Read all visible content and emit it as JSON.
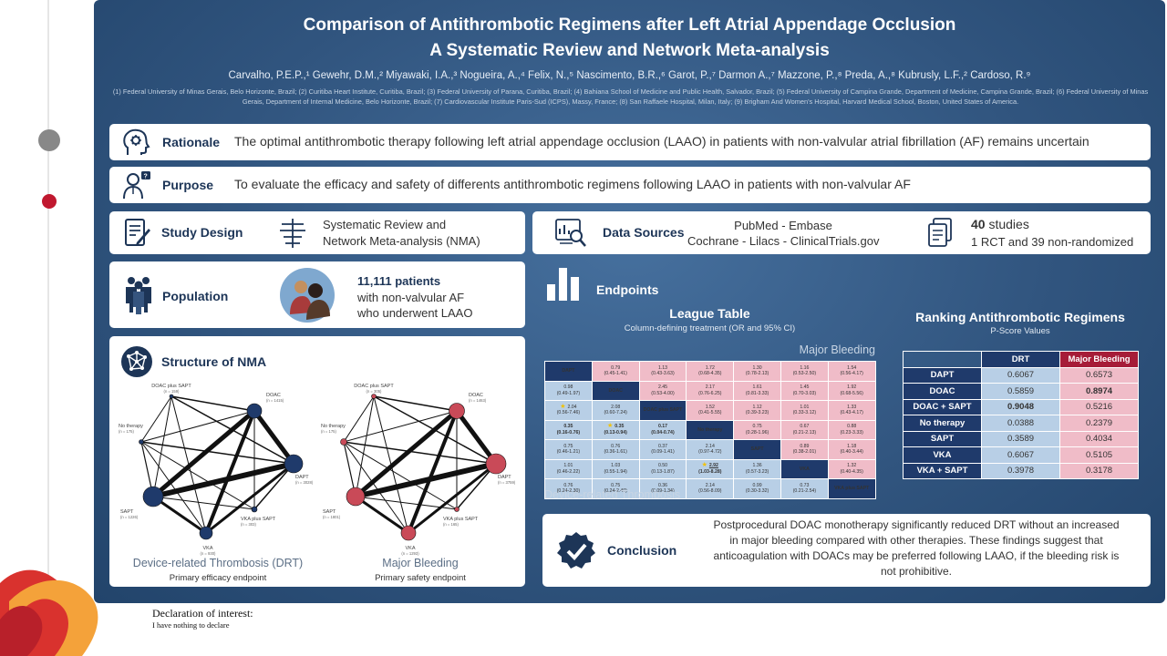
{
  "poster": {
    "title_line1": "Comparison of Antithrombotic Regimens after Left Atrial Appendage Occlusion",
    "title_line2": "A Systematic Review and Network Meta-analysis",
    "authors": "Carvalho, P.E.P.,¹ Gewehr, D.M.,² Miyawaki, I.A.,³ Nogueira, A.,⁴ Felix, N.,⁵ Nascimento, B.R.,⁶ Garot, P.,⁷ Darmon A.,⁷ Mazzone, P.,⁸ Preda, A.,⁸ Kubrusly, L.F.,² Cardoso, R.⁹",
    "affiliations": "(1) Federal University of Minas Gerais, Belo Horizonte, Brazil; (2) Curitiba Heart Institute, Curitiba, Brazil; (3) Federal University of Parana, Curitiba, Brazil; (4) Bahiana School of Medicine and Public Health, Salvador, Brazil; (5) Federal University of Campina Grande, Department of Medicine, Campina Grande, Brazil; (6) Federal University of Minas Gerais, Department of Internal Medicine, Belo Horizonte, Brazil; (7) Cardiovascular Institute Paris-Sud (ICPS), Massy, France; (8) San Raffaele Hospital, Milan, Italy; (9) Brigham And Women's Hospital, Harvard Medical School, Boston, United States of America."
  },
  "rationale": {
    "label": "Rationale",
    "text": "The optimal antithrombotic therapy following left atrial appendage occlusion (LAAO) in patients with non-valvular atrial fibrillation (AF) remains uncertain"
  },
  "purpose": {
    "label": "Purpose",
    "text": "To evaluate the efficacy and safety of differents antithrombotic regimens following LAAO in patients with non-valvular AF"
  },
  "study_design": {
    "label": "Study Design",
    "line1": "Systematic Review and",
    "line2": "Network Meta-analysis (NMA)"
  },
  "data_sources": {
    "label": "Data Sources",
    "line1": "PubMed - Embase",
    "line2": "Cochrane - Lilacs - ClinicalTrials.gov",
    "studies_count": "40",
    "studies_word": "studies",
    "studies_detail": "1 RCT and 39 non-randomized"
  },
  "population": {
    "label": "Population",
    "count": "11,111 patients",
    "line2": "with non-valvular AF",
    "line3": "who underwent LAAO"
  },
  "structure": {
    "label": "Structure of NMA",
    "drt_caption": "Device-related Thrombosis (DRT)",
    "drt_sub": "Primary efficacy endpoint",
    "mb_caption": "Major Bleeding",
    "mb_sub": "Primary safety endpoint",
    "drt_nodes": [
      {
        "name": "DOAC plus SAPT",
        "n": "(n = 159)"
      },
      {
        "name": "DOAC",
        "n": "(n = 1415)"
      },
      {
        "name": "No therapy",
        "n": "(n = 175)"
      },
      {
        "name": "DAPT",
        "n": "(n = 3028)"
      },
      {
        "name": "SAPT",
        "n": "(n = 1226)"
      },
      {
        "name": "VKA plus SAPT",
        "n": "(n = 303)"
      },
      {
        "name": "VKA",
        "n": "(n = 930)"
      }
    ],
    "mb_nodes": [
      {
        "name": "DOAC plus SAPT",
        "n": "(n = 305)"
      },
      {
        "name": "DOAC",
        "n": "(n = 1463)"
      },
      {
        "name": "No therapy",
        "n": "(n = 175)"
      },
      {
        "name": "DAPT",
        "n": "(n = 3759)"
      },
      {
        "name": "SAPT",
        "n": "(n = 1801)"
      },
      {
        "name": "VKA plus SAPT",
        "n": "(n = 165)"
      },
      {
        "name": "VKA",
        "n": "(n = 1293)"
      }
    ]
  },
  "endpoints": {
    "label": "Endpoints",
    "league_title": "League Table",
    "league_sub": "Column-defining treatment (OR and 95% CI)",
    "major_bleeding_label": "Major Bleeding",
    "drt_label": "Device-related Thrombosis"
  },
  "league": {
    "rows": [
      [
        {
          "t": "DAPT",
          "k": "dg"
        },
        {
          "v": "0.79",
          "ci": "(0.45-1.41)",
          "k": "pk"
        },
        {
          "v": "1.13",
          "ci": "(0.43-3.63)",
          "k": "pk"
        },
        {
          "v": "1.72",
          "ci": "(0.68-4.35)",
          "k": "pk"
        },
        {
          "v": "1.30",
          "ci": "(0.78-2.13)",
          "k": "pk"
        },
        {
          "v": "1.16",
          "ci": "(0.53-2.50)",
          "k": "pk"
        },
        {
          "v": "1.54",
          "ci": "(0.56-4.17)",
          "k": "pk"
        }
      ],
      [
        {
          "v": "0.98",
          "ci": "(0.49-1.97)",
          "k": "bl"
        },
        {
          "t": "DOAC",
          "k": "dg"
        },
        {
          "v": "2.45",
          "ci": "(0.53-4.00)",
          "k": "pk"
        },
        {
          "v": "2.17",
          "ci": "(0.76-6.25)",
          "k": "pk"
        },
        {
          "v": "1.61",
          "ci": "(0.81-3.33)",
          "k": "pk"
        },
        {
          "v": "1.45",
          "ci": "(0.70-3.03)",
          "k": "pk"
        },
        {
          "v": "1.92",
          "ci": "(0.68-5.56)",
          "k": "pk"
        }
      ],
      [
        {
          "v": "2.04",
          "ci": "(0.56-7.46)",
          "k": "bl",
          "s": true
        },
        {
          "v": "2.08",
          "ci": "(0.60-7.24)",
          "k": "bl"
        },
        {
          "t": "DOAC plus SAPT",
          "k": "dg"
        },
        {
          "v": "1.52",
          "ci": "(0.41-5.55)",
          "k": "pk"
        },
        {
          "v": "1.12",
          "ci": "(0.39-3.23)",
          "k": "pk"
        },
        {
          "v": "1.01",
          "ci": "(0.33-3.12)",
          "k": "pk"
        },
        {
          "v": "1.33",
          "ci": "(0.43-4.17)",
          "k": "pk"
        }
      ],
      [
        {
          "v": "0.35",
          "ci": "(0.16-0.76)",
          "k": "bl",
          "b": true
        },
        {
          "v": "0.35",
          "ci": "(0.13-0.94)",
          "k": "bl",
          "b": true,
          "s": true
        },
        {
          "v": "0.17",
          "ci": "(0.04-0.74)",
          "k": "bl",
          "b": true
        },
        {
          "t": "No therapy",
          "k": "dg"
        },
        {
          "v": "0.75",
          "ci": "(0.28-1.96)",
          "k": "pk"
        },
        {
          "v": "0.67",
          "ci": "(0.21-2.13)",
          "k": "pk"
        },
        {
          "v": "0.88",
          "ci": "(0.23-3.33)",
          "k": "pk"
        }
      ],
      [
        {
          "v": "0.75",
          "ci": "(0.46-1.21)",
          "k": "bl"
        },
        {
          "v": "0.76",
          "ci": "(0.36-1.61)",
          "k": "bl"
        },
        {
          "v": "0.37",
          "ci": "(0.09-1.41)",
          "k": "bl"
        },
        {
          "v": "2.14",
          "ci": "(0.97-4.72)",
          "k": "bl"
        },
        {
          "t": "SAPT",
          "k": "dg"
        },
        {
          "v": "0.89",
          "ci": "(0.38-2.01)",
          "k": "pk"
        },
        {
          "v": "1.18",
          "ci": "(0.40-3.44)",
          "k": "pk"
        }
      ],
      [
        {
          "v": "1.01",
          "ci": "(0.46-2.22)",
          "k": "bl"
        },
        {
          "v": "1.03",
          "ci": "(0.55-1.94)",
          "k": "bl"
        },
        {
          "v": "0.50",
          "ci": "(0.13-1.87)",
          "k": "bl"
        },
        {
          "v": "2.92",
          "ci": "(1.03-8.28)",
          "k": "bl",
          "b": true,
          "u": true,
          "s": true
        },
        {
          "v": "1.36",
          "ci": "(0.57-3.23)",
          "k": "bl"
        },
        {
          "t": "VKA",
          "k": "dg"
        },
        {
          "v": "1.32",
          "ci": "(0.40-4.35)",
          "k": "pk"
        }
      ],
      [
        {
          "v": "0.76",
          "ci": "(0.24-2.30)",
          "k": "bl"
        },
        {
          "v": "0.75",
          "ci": "(0.24-2.40)",
          "k": "bl"
        },
        {
          "v": "0.36",
          "ci": "(0.09-1.34)",
          "k": "bl"
        },
        {
          "v": "2.14",
          "ci": "(0.56-8.09)",
          "k": "bl"
        },
        {
          "v": "0.99",
          "ci": "(0.30-3.32)",
          "k": "bl"
        },
        {
          "v": "0.73",
          "ci": "(0.21-2.54)",
          "k": "bl"
        },
        {
          "t": "VKA plus SAPT",
          "k": "dg"
        }
      ]
    ]
  },
  "ranking": {
    "title": "Ranking Antithrombotic Regimens",
    "sub": "P-Score Values",
    "col_drt": "DRT",
    "col_mb": "Major Bleeding",
    "rows": [
      {
        "name": "DAPT",
        "drt": "0.6067",
        "mb": "0.6573"
      },
      {
        "name": "DOAC",
        "drt": "0.5859",
        "mb": "0.8974",
        "mb_bold": true
      },
      {
        "name": "DOAC + SAPT",
        "drt": "0.9048",
        "mb": "0.5216",
        "drt_bold": true
      },
      {
        "name": "No therapy",
        "drt": "0.0388",
        "mb": "0.2379"
      },
      {
        "name": "SAPT",
        "drt": "0.3589",
        "mb": "0.4034"
      },
      {
        "name": "VKA",
        "drt": "0.6067",
        "mb": "0.5105"
      },
      {
        "name": "VKA + SAPT",
        "drt": "0.3978",
        "mb": "0.3178"
      }
    ]
  },
  "conclusion": {
    "label": "Conclusion",
    "line1": "Postprocedural DOAC monotherapy significantly reduced DRT without an increased",
    "line2": "in major bleeding compared with other therapies. These findings suggest that",
    "line3": "anticoagulation with DOACs may be preferred following LAAO, if the bleeding risk is",
    "line4": "not prohibitive."
  },
  "footer": {
    "declaration_title": "Declaration of interest:",
    "declaration_text": "I have nothing to declare"
  },
  "colors": {
    "navy": "#1f3a6b",
    "pink": "#f0bcc8",
    "light_blue": "#b8cfe6",
    "crimson": "#a61c38",
    "drt_node": "#1f3a6b",
    "mb_node": "#c94a58"
  }
}
